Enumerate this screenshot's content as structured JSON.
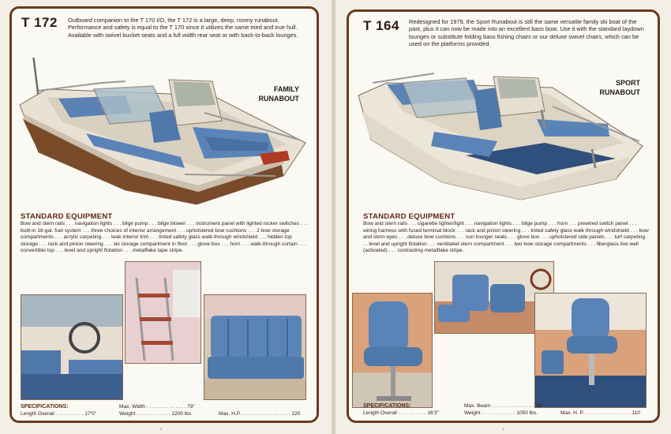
{
  "left": {
    "model": "T 172",
    "intro": "Outboard companion to the T 170 I/O, the T 172 is a large, deep, roomy runabout. Performance and safety is equal to the T 170 since it utilizes the same tried and true hull. Available with swivel bucket seats and a full width rear seat or with back-to-back lounges.",
    "tag_line1": "FAMILY",
    "tag_line2": "RUNABOUT",
    "equipment_heading": "STANDARD EQUIPMENT",
    "equipment_text": "Bow and stern rails . . . navigation lights . . . bilge pump . . . bilge blower . . . instrument panel with lighted rocker switches . . . built-in 18-gal. fuel system . . . three choices of interior arrangement . . . upholstered bow cushions . . . 2 bow storage compartments . . . acrylic carpeting . . . teak interior trim . . . tinted safety glass walk-through windshield . . . hidden top storage . . . rack and pinion steering . . . ski storage compartment in floor . . . glove box . . . horn . . . walk-through curtain . . . convertible top . . . level and upright flotation . . . metalflake tape stripe.",
    "spec_heading": "SPECIFICATIONS:",
    "spec_length": "Length Overall . . . . . . . . . . 17'0\"",
    "spec_width": "Max. Width . . . . . . . . . . . . . . 79\"",
    "spec_weight": "Weight . . . . . . . . . . . . 1200 lbs.",
    "spec_hp": "Max. H.P. . . . . . . . . . . . . . . . . . 120",
    "page_number": "3"
  },
  "right": {
    "model": "T 164",
    "intro": "Redesigned for 1979, the Sport Runabout is still the same versatile family ski boat of the past, plus it can now be made into an excellent bass boat. Use it with the standard laydown lounges or substitute folding bass fishing chairs or our deluxe swivel chairs, which can be used on the platforms provided.",
    "tag_line1": "SPORT",
    "tag_line2": "RUNABOUT",
    "equipment_heading": "STANDARD EQUIPMENT",
    "equipment_text": "Bow and stern rails . . . cigarette lighter/light . . . navigation lights . . . bilge pump . . . horn . . . prewired switch panel . . . wiring harness with fused terminal block . . . rack and pinion steering . . . tinted safety glass walk through windshield . . . bow and stern eyes . . . deluxe bow cushions . . . sun lounger seats . . . glove box . . . upholstered side panels . . . turf carpeting . . . level and upright flotation . . . ventilated stern compartment . . . two bow storage compartments . . . fiberglass live well (activated) . . . contrasting metalflake stripe.",
    "spec_heading": "SPECIFICATIONS:",
    "spec_length": "Length Overall . . . . . . . . . . 16'3\"",
    "spec_beam": "Max. Beam . . . . . . . . . . . . . . . 76\"",
    "spec_weight": "Weight . . . . . . . . . . . . 1050 lbs.",
    "spec_hp": "Max. H. P. . . . . . . . . . . . . . . . . 110",
    "page_number": "4"
  },
  "colors": {
    "frame_brown": "#6a3a1e",
    "upholstery_blue": "#5a84b8",
    "hull_white": "#efe9dc",
    "heading_brown": "#5a2a18"
  }
}
